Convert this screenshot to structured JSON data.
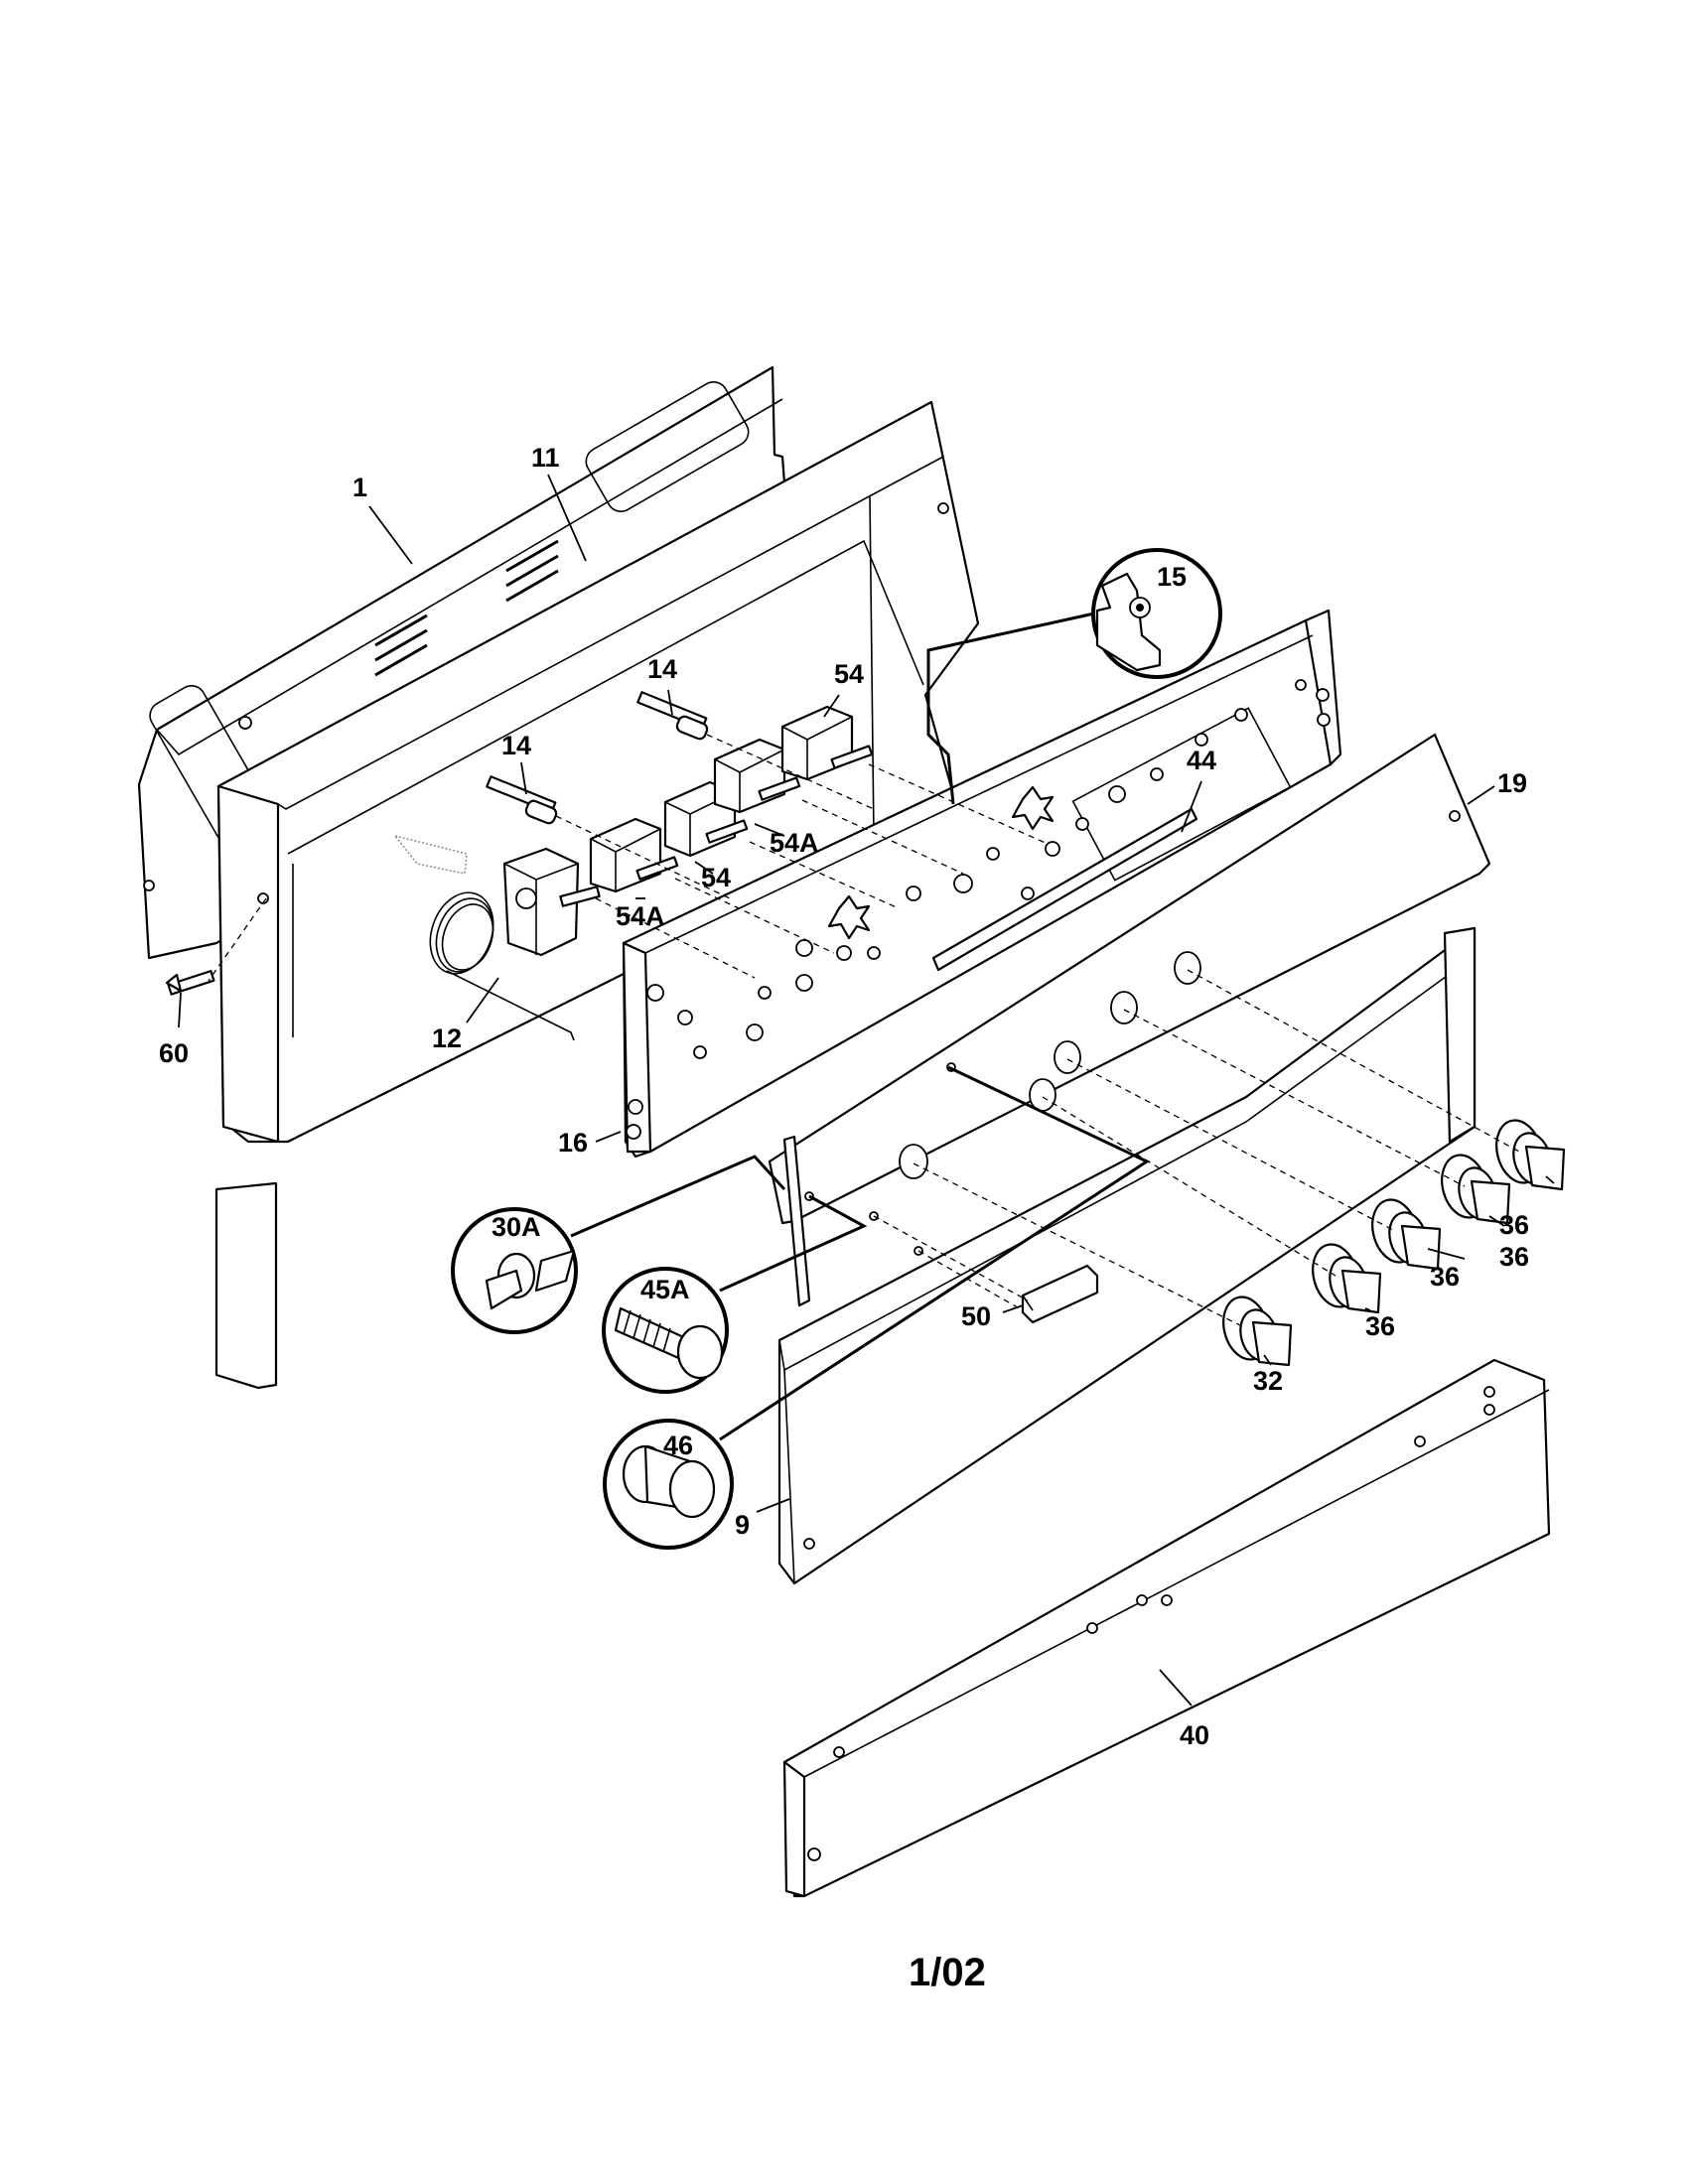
{
  "diagram": {
    "page_number": "1/02",
    "callouts": {
      "c1": "1",
      "c11": "11",
      "c14a": "14",
      "c14b": "14",
      "c54a": "54",
      "c54b": "54",
      "c54A1": "54A",
      "c54A2": "54A",
      "c15": "15",
      "c44": "44",
      "c19": "19",
      "c12": "12",
      "c60": "60",
      "c16": "16",
      "c30A": "30A",
      "c45A": "45A",
      "c46": "46",
      "c50": "50",
      "c9": "9",
      "c32": "32",
      "c36a": "36",
      "c36b": "36",
      "c36c": "36",
      "c36d": "36",
      "c40": "40"
    }
  }
}
